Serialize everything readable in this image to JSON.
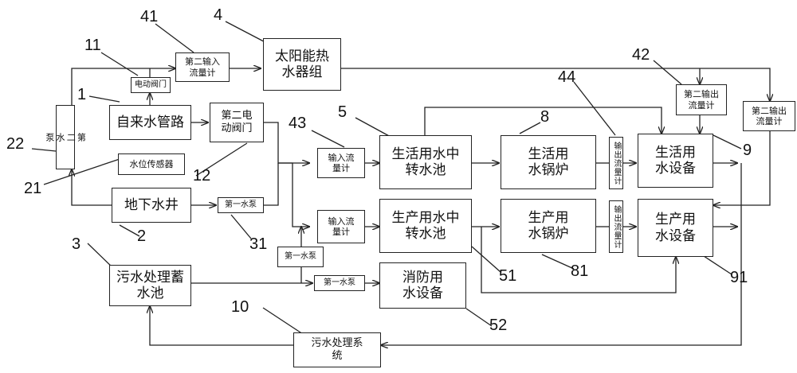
{
  "labels": {
    "solar": "太阳能热\n水器组",
    "tap": "自来水管路",
    "valve1": "电动阀门",
    "valve2": "第二电\n动阀门",
    "in2": "第二输入\n流量计",
    "pump2": "第\n二\n水\n泵",
    "sensor": "水位传感器",
    "well": "地下水井",
    "pump1a": "第一水泵",
    "pump1b": "第一水泵",
    "pump1c": "第一水泵",
    "inLife": "输入流\n量计",
    "inProd": "输入流\n量计",
    "poolLife": "生活用水中\n转水池",
    "poolProd": "生产用水中\n转水池",
    "boilerLife": "生活用\n水锅炉",
    "boilerProd": "生产用\n水锅炉",
    "outLife": "输出流量计",
    "outProd": "输出流量计",
    "equipLife": "生活用\n水设备",
    "equipProd": "生产用\n水设备",
    "out2a": "第二输出\n流量计",
    "out2b": "第二输出\n流量计",
    "sewagePool": "污水处理蓄\n水池",
    "fire": "消防用\n水设备",
    "sewageSys": "污水处理系\n统"
  },
  "numbers": {
    "n41": "41",
    "n4": "4",
    "n11": "11",
    "n1": "1",
    "n22": "22",
    "n21": "21",
    "n2": "2",
    "n12": "12",
    "n43": "43",
    "n5": "5",
    "n8": "8",
    "n44": "44",
    "n42": "42",
    "n9": "9",
    "n31": "31",
    "n51": "51",
    "n81": "81",
    "n91": "91",
    "n3": "3",
    "n10": "10",
    "n52": "52"
  }
}
